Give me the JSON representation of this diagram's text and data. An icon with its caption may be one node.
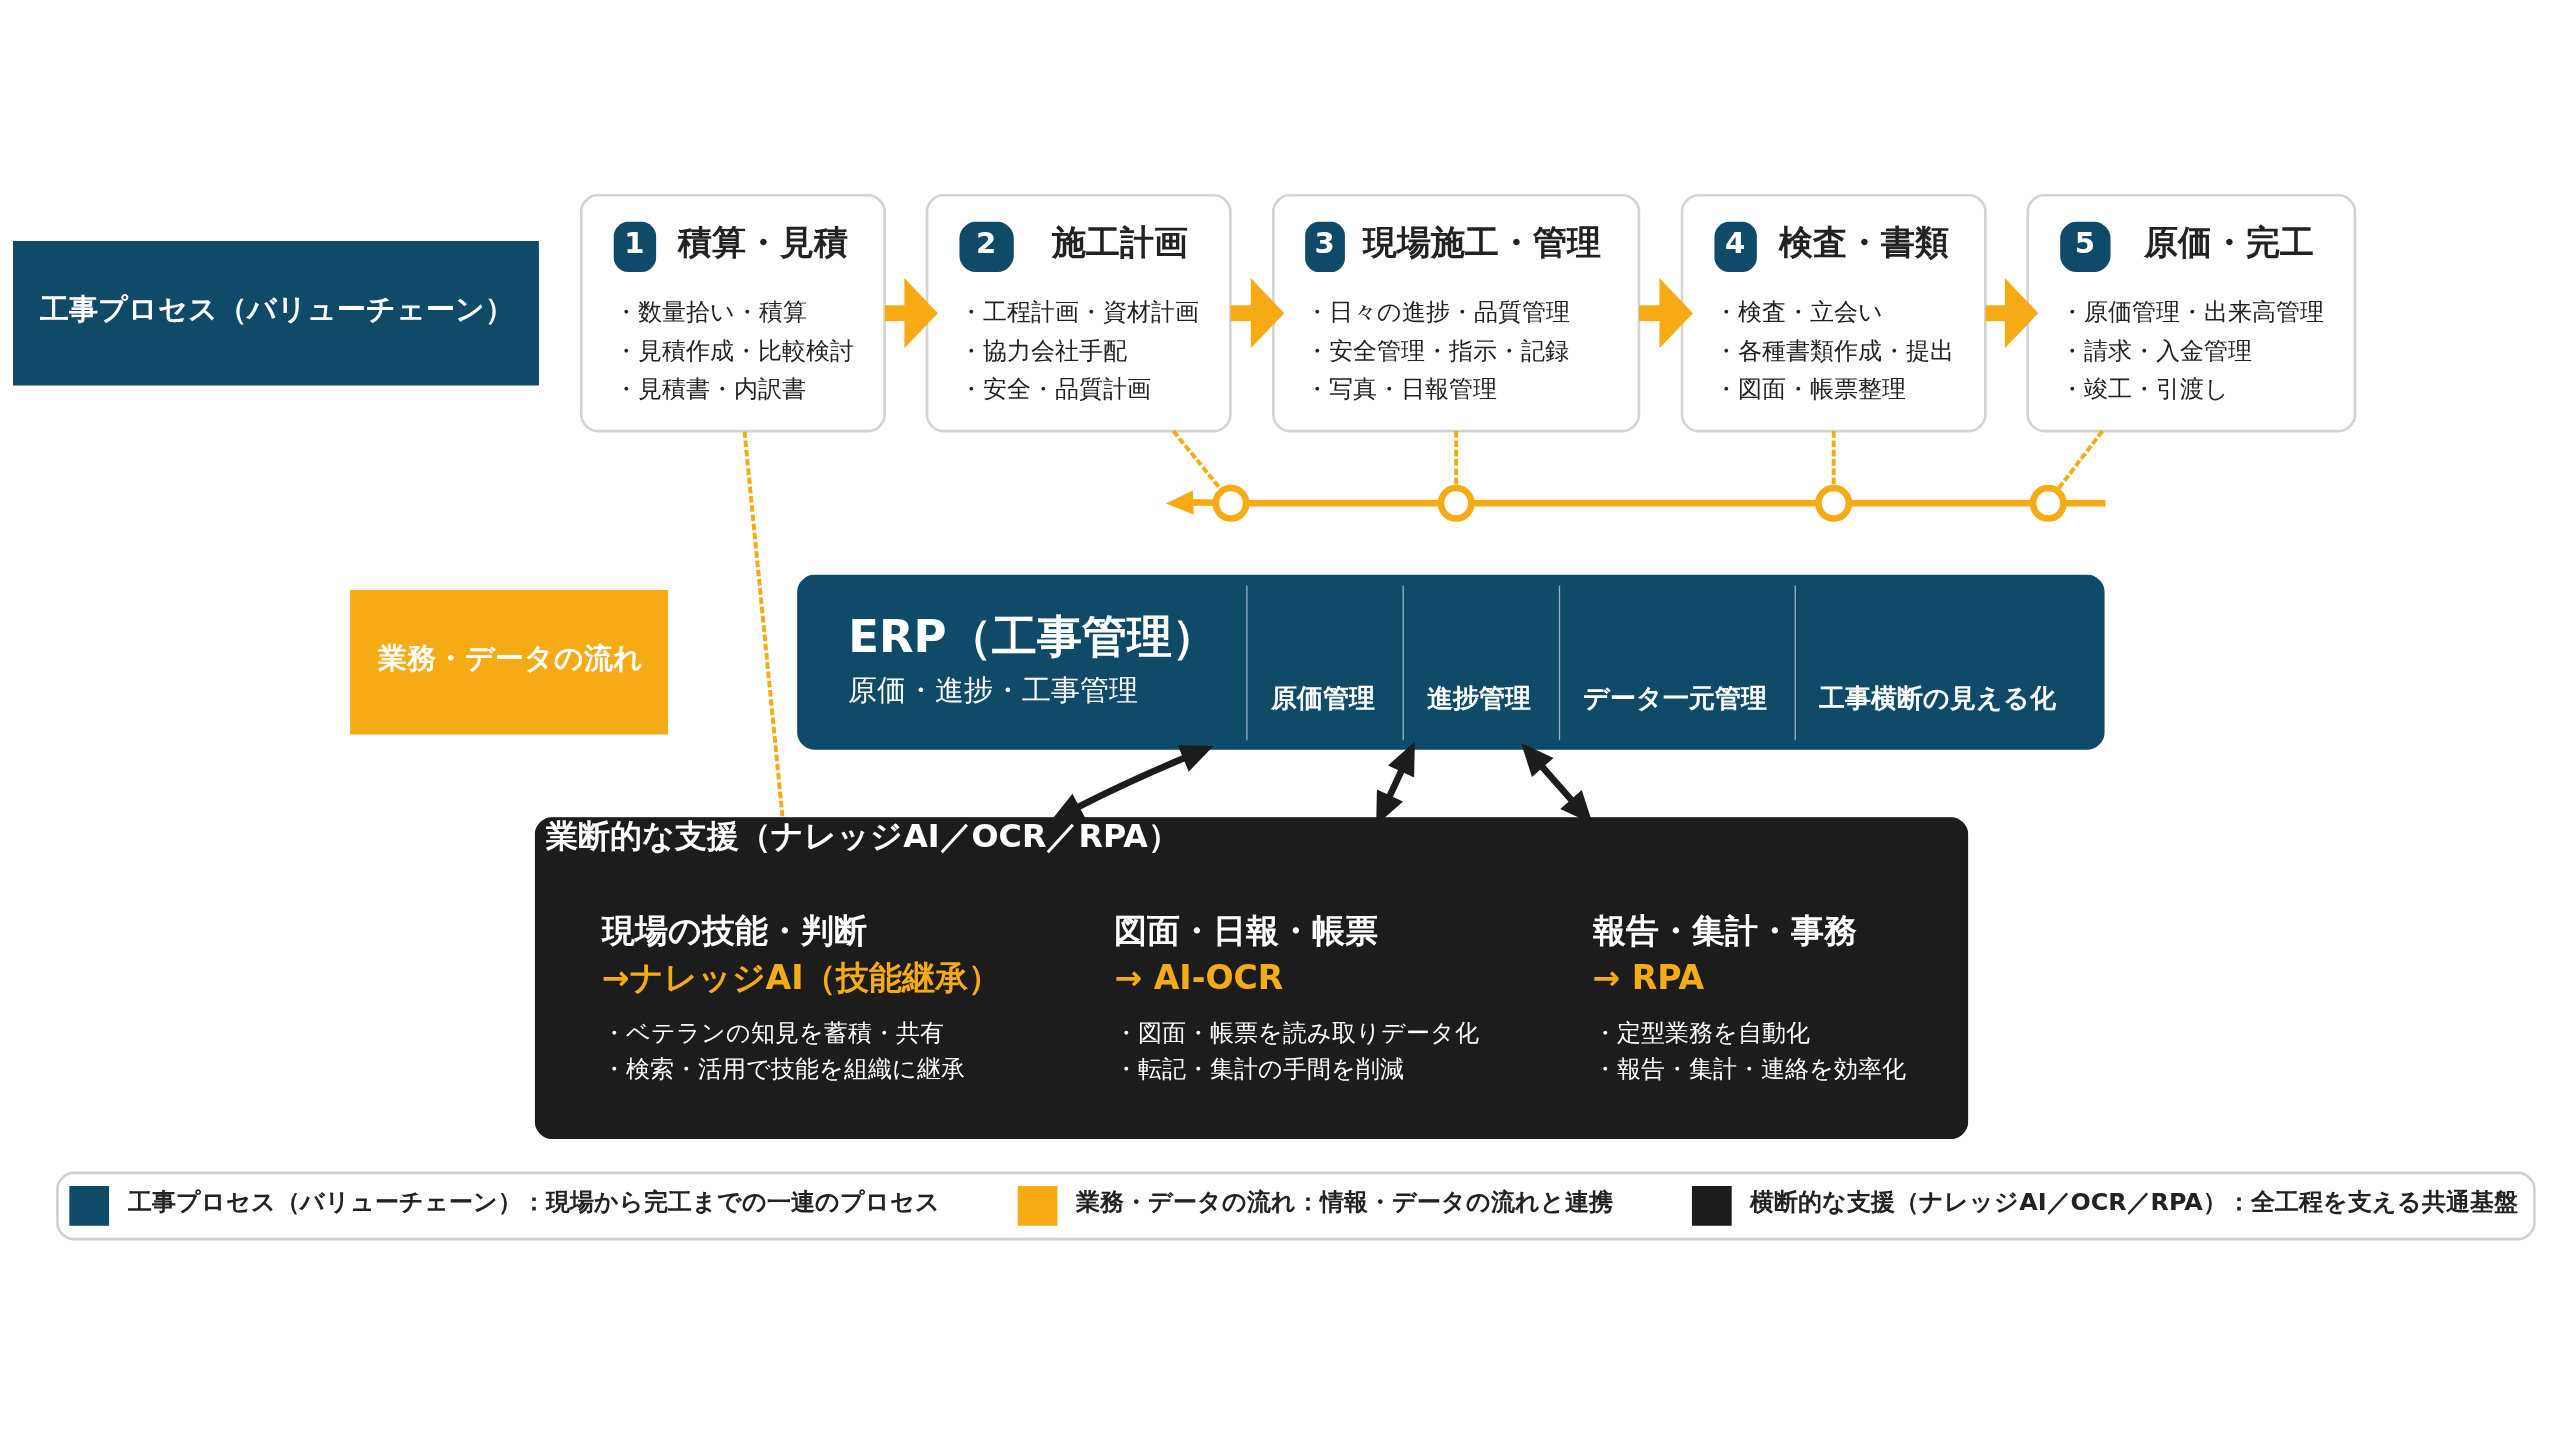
{
  "diagram": {
    "nodes": [
      {
        "text": [
          "工事プロセス（バリューチェーン）"
        ]
      },
      {
        "text": [
          "1",
          "積算・見積",
          "・数量拾い・積算",
          "・見積作成・比較検討",
          "・見積書・内訳書"
        ]
      },
      {
        "text": [
          "2",
          "施工計画",
          "・工程計画・資材計画",
          "・協力会社手配",
          "・安全・品質計画"
        ]
      },
      {
        "text": [
          "3",
          "現場施工・管理",
          "・日々の進捗・品質管理",
          "・安全管理・指示・記録",
          "・写真・日報管理"
        ]
      },
      {
        "text": [
          "4",
          "検査・書類",
          "・検査・立会い",
          "・各種書類作成・提出",
          "・図面・帳票整理"
        ]
      },
      {
        "text": [
          "5",
          "原価・完工",
          "・原価管理・出来高管理",
          "・請求・入金管理",
          "・竣工・引渡し"
        ]
      },
      {
        "text": [
          "業務・データの流れ"
        ]
      },
      {
        "text": [],
        "shape": "circle"
      },
      {
        "text": [],
        "shape": "circle"
      },
      {
        "text": [],
        "shape": "circle"
      },
      {
        "text": [],
        "shape": "circle"
      },
      {
        "text": [
          "ERP（工事管理）",
          "原価・進捗・工事管理",
          "原価管理",
          "進捗管理",
          "データ一元管理",
          "工事横断の見える化"
        ]
      },
      {
        "text": [
          "業断的な支援（ナレッジAI／OCR／RPA）"
        ]
      },
      {
        "text": [
          "現場の技能・判断",
          "→ナレッジAI（技能継承）",
          "・ベテランの知見を蓄積・共有",
          "・検索・活用で技能を組織に継承"
        ],
        "in": 12
      },
      {
        "text": [
          "図面・日報・帳票",
          "→ AI-OCR",
          "・図面・帳票を読み取りデータ化",
          "・転記・集計の手間を削減"
        ],
        "in": 12
      },
      {
        "text": [
          "報告・集計・事務",
          "→ RPA",
          "・定型業務を自動化",
          "・報告・集計・連絡を効率化"
        ],
        "in": 12
      }
    ],
    "edges": [
      {
        "from": 1,
        "to": 2,
        "arrow": "to",
        "style": "thick"
      },
      {
        "from": 2,
        "to": 3,
        "arrow": "to",
        "style": "thick"
      },
      {
        "from": 3,
        "to": 4,
        "arrow": "to",
        "style": "thick"
      },
      {
        "from": 4,
        "to": 5,
        "arrow": "to",
        "style": "thick"
      },
      {
        "from": 1,
        "to": 12,
        "arrow": "none",
        "style": "dashed"
      },
      {
        "from": 2,
        "to": 7,
        "arrow": "none",
        "style": "dashed"
      },
      {
        "from": 3,
        "to": 8,
        "arrow": "none",
        "style": "dashed"
      },
      {
        "from": 4,
        "to": 9,
        "arrow": "none",
        "style": "dashed"
      },
      {
        "from": 5,
        "to": 10,
        "arrow": "none",
        "style": "dashed"
      },
      {
        "from": 7,
        "to": 8,
        "arrow": "none"
      },
      {
        "from": 8,
        "to": 9,
        "arrow": "none"
      },
      {
        "from": 9,
        "to": 10,
        "arrow": "none"
      },
      {
        "from": 10,
        "to": null,
        "arrow": "none"
      },
      {
        "from": 7,
        "to": null,
        "arrow": "to"
      },
      {
        "from": 11,
        "to": 12,
        "arrow": "both",
        "color": "#1c1c1c"
      },
      {
        "from": 11,
        "to": 12,
        "arrow": "both",
        "color": "#1c1c1c"
      },
      {
        "from": 11,
        "to": 12,
        "arrow": "both",
        "color": "#1c1c1c"
      }
    ],
    "legend": [
      {
        "text": "工事プロセス（バリューチェーン）：現場から完工までの一連のプロセス",
        "color": "#0f4a68"
      },
      {
        "text": "業務・データの流れ：情報・データの流れと連携",
        "color": "#f6ab14"
      },
      {
        "text": "横断的な支援（ナレッジAI／OCR／RPA）：全工程を支える共通基盤",
        "color": "#1c1c1c"
      }
    ]
  }
}
